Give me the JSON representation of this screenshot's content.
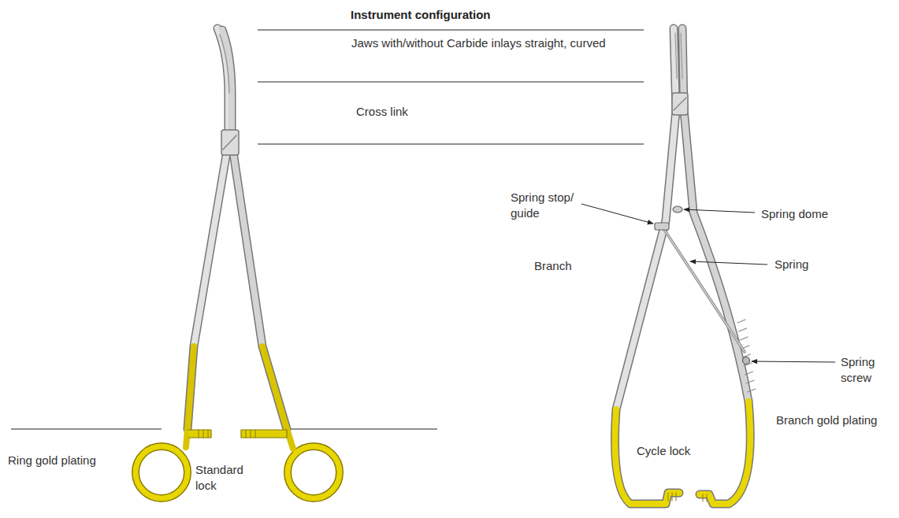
{
  "diagram": {
    "title": "Instrument configuration",
    "labels": [
      "Jaws with/without Carbide inlays straight, curved",
      "Cross link",
      "Spring stop/ guide",
      "Spring dome",
      "Branch",
      "Spring",
      "Spring screw",
      "Branch gold plating",
      "Cycle lock",
      "Ring gold plating",
      "Standard lock"
    ]
  }
}
